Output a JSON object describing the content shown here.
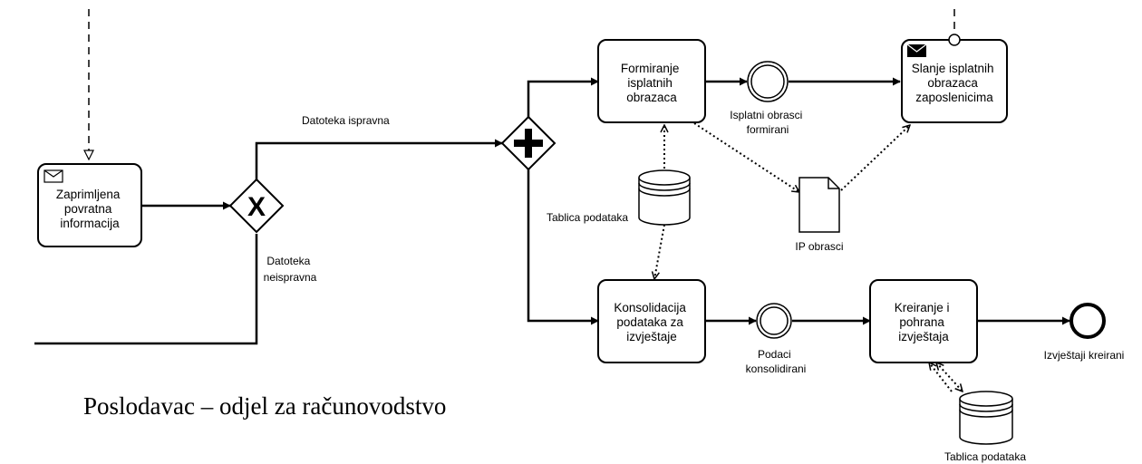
{
  "pool_label": "Poslodavac – odjel za računovodstvo",
  "tasks": {
    "zaprimljena": [
      "Zaprimljena",
      "povratna",
      "informacija"
    ],
    "formiranje": [
      "Formiranje",
      "isplatnih",
      "obrazaca"
    ],
    "slanje": [
      "Slanje isplatnih",
      "obrazaca",
      "zaposlenicima"
    ],
    "konsolidacija": [
      "Konsolidacija",
      "podataka za",
      "izvještaje"
    ],
    "kreiranje": [
      "Kreiranje i",
      "pohrana",
      "izvještaja"
    ]
  },
  "gateways": {
    "xor_marker": "X",
    "parallel_marker": "+"
  },
  "flow_labels": {
    "ispravna": "Datoteka ispravna",
    "neispravna": [
      "Datoteka",
      "neispravna"
    ]
  },
  "events": {
    "isplatni_formirani": [
      "Isplatni obrasci",
      "formirani"
    ],
    "podaci_konsolidirani": [
      "Podaci",
      "konsolidirani"
    ],
    "izvjestaji_kreirani": "Izvještaji kreirani"
  },
  "data_objects": {
    "ip_obrasci": "IP obrasci"
  },
  "data_stores": {
    "tablica_1": "Tablica podataka",
    "tablica_2": "Tablica podataka"
  },
  "icons": [
    "envelope-icon",
    "envelope-filled-icon"
  ]
}
